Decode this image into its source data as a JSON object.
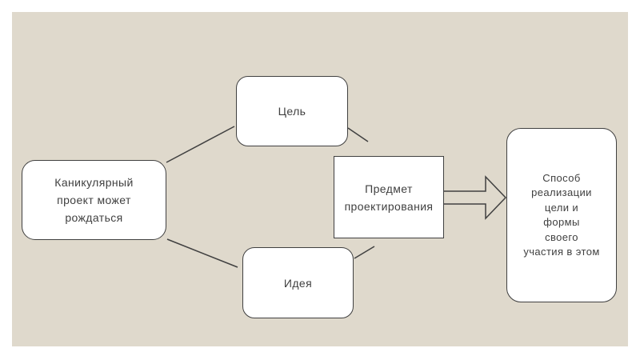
{
  "theme": {
    "page_background": "#ffffff",
    "slide_background": "#dfd9cc",
    "shape_fill": "#ffffff",
    "stroke_color": "#404040",
    "text_color": "#404040"
  },
  "diagram": {
    "nodes": {
      "source": {
        "label": [
          "Каникулярный",
          "проект может",
          "рождаться"
        ],
        "shape": "rounded-rectangle"
      },
      "goal": {
        "label": "Цель",
        "shape": "rounded-rectangle"
      },
      "idea": {
        "label": "Идея",
        "shape": "rounded-rectangle"
      },
      "subject": {
        "label": [
          "Предмет",
          "проектирования"
        ],
        "shape": "rectangle"
      },
      "outcome": {
        "label": [
          "Способ",
          "реализации",
          "цели и",
          "формы",
          "своего",
          "участия в этом"
        ],
        "shape": "rounded-rectangle"
      }
    },
    "connectors": [
      {
        "from": "source",
        "to": "goal",
        "style": "line"
      },
      {
        "from": "source",
        "to": "idea",
        "style": "line"
      },
      {
        "from": "goal",
        "to": "subject",
        "style": "line"
      },
      {
        "from": "idea",
        "to": "subject",
        "style": "line"
      },
      {
        "from": "subject",
        "to": "outcome",
        "style": "block-arrow"
      }
    ]
  }
}
